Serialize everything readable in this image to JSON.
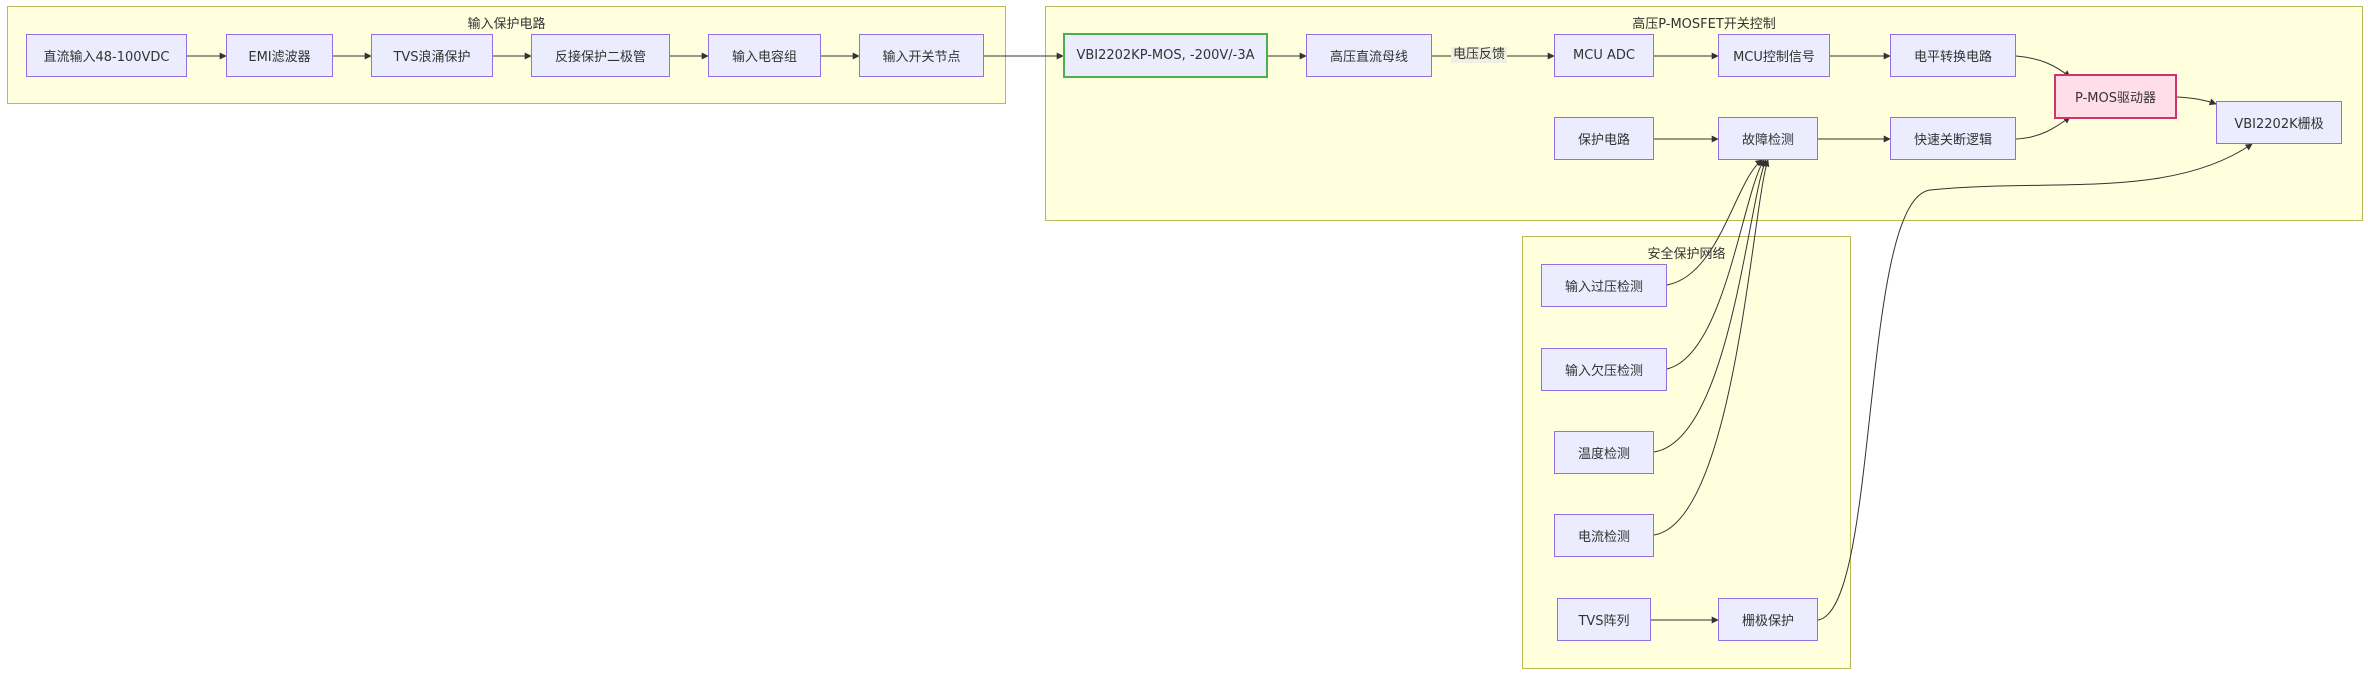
{
  "clusters": {
    "input_protection": "输入保护电路",
    "hv_switch": "高压P-MOSFET开关控制",
    "safety_net": "安全保护网络"
  },
  "nodes": {
    "dc_input": "直流输入48-100VDC",
    "emi_filter": "EMI滤波器",
    "tvs_surge": "TVS浪涌保护",
    "reverse_diode": "反接保护二极管",
    "input_caps": "输入电容组",
    "input_switch_node": "输入开关节点",
    "vbi_mos": "VBI2202KP-MOS, -200V/-3A",
    "hv_bus": "高压直流母线",
    "mcu_adc": "MCU ADC",
    "mcu_ctrl": "MCU控制信号",
    "level_shift": "电平转换电路",
    "pmos_driver": "P-MOS驱动器",
    "vbi_gate": "VBI2202K栅极",
    "protect_circuit": "保护电路",
    "fault_detect": "故障检测",
    "fast_off": "快速关断逻辑",
    "ov_detect": "输入过压检测",
    "uv_detect": "输入欠压检测",
    "temp_detect": "温度检测",
    "current_detect": "电流检测",
    "tvs_array": "TVS阵列",
    "gate_protect": "栅极保护"
  },
  "edge_labels": {
    "voltage_feedback": "电压反馈"
  },
  "colors": {
    "cluster_fill": "#ffffde",
    "cluster_border": "#b9b95a",
    "node_fill": "#ececff",
    "node_border": "#9370db",
    "highlight_green": "#4caf50",
    "highlight_pink_fill": "#ffdde9",
    "highlight_pink_border": "#d0336b",
    "edge": "#333333"
  }
}
